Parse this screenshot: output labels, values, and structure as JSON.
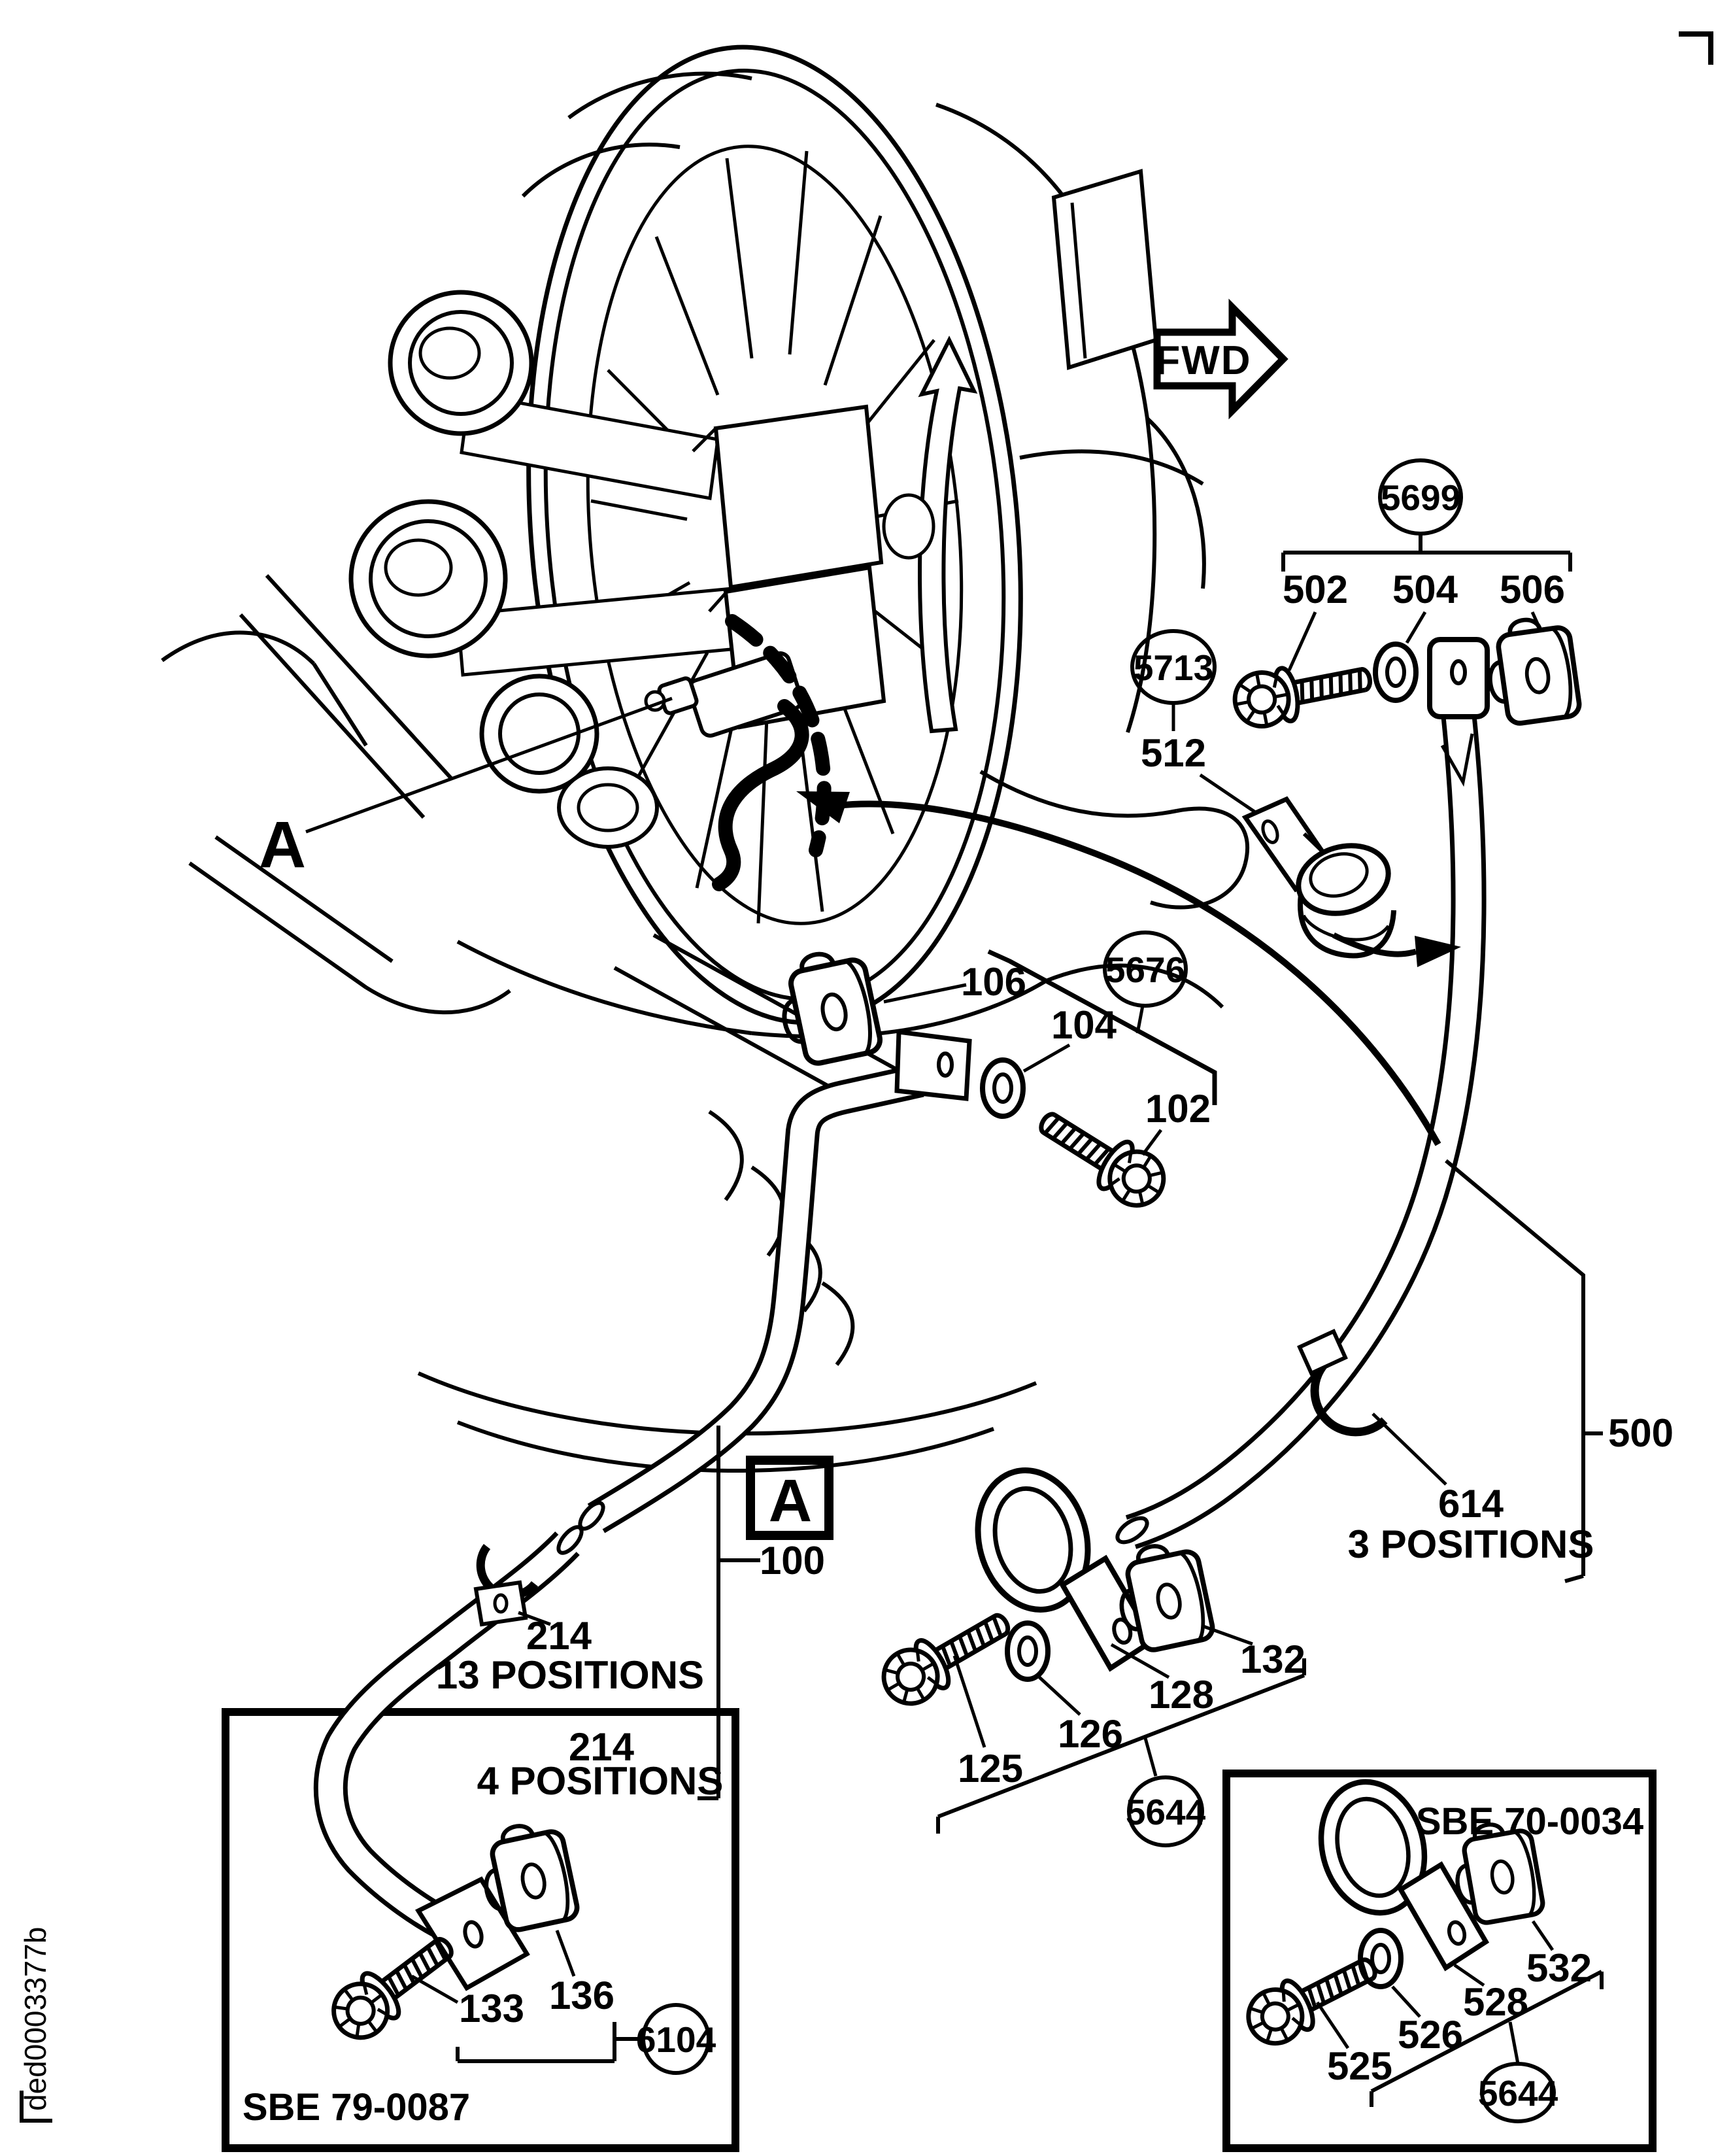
{
  "drawing": {
    "id": "ded0003377b",
    "fwd_label": "FWD",
    "location_view_label": "A",
    "detail_view_label": "A"
  },
  "callouts": {
    "c5699": "5699",
    "p502": "502",
    "p504": "504",
    "p506": "506",
    "c5713": "5713",
    "p512": "512",
    "c5676": "5676",
    "p106": "106",
    "p104": "104",
    "p102": "102",
    "p100": "100",
    "p214": "214",
    "note_214": "13 POSITIONS",
    "p500": "500",
    "p614": "614",
    "note_614": "3 POSITIONS",
    "p125": "125",
    "p126": "126",
    "p128": "128",
    "p132": "132",
    "c5644": "5644"
  },
  "inset_sbe79": {
    "code": "SBE 79-0087",
    "p214": "214",
    "note_214": "4 POSITIONS",
    "p133": "133",
    "p136": "136",
    "c6104": "6104"
  },
  "inset_sbe70": {
    "code": "SBE 70-0034",
    "p525": "525",
    "p526": "526",
    "p528": "528",
    "p532": "532",
    "c5644": "5644"
  }
}
